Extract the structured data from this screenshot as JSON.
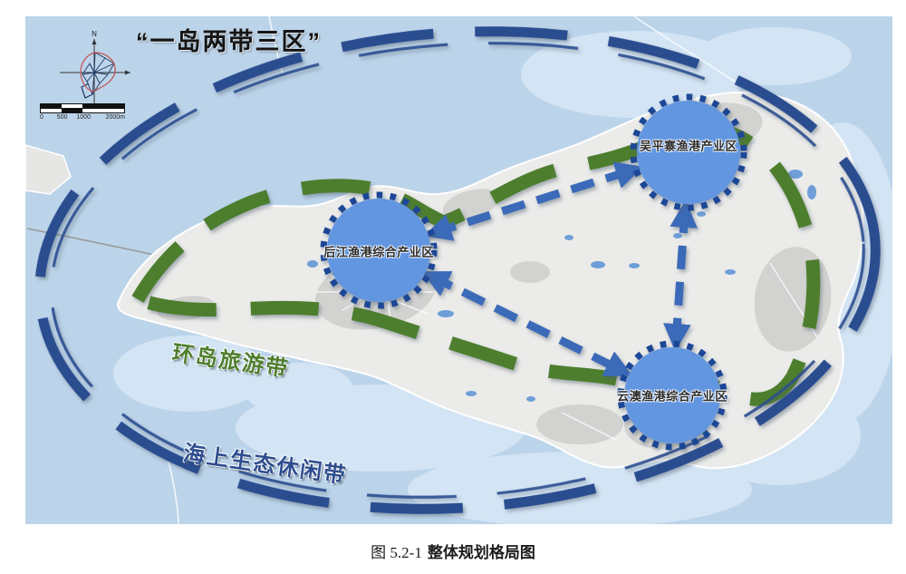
{
  "map": {
    "title": "“一岛两带三区”",
    "compass": {
      "north_label": "N"
    },
    "scalebar": {
      "ticks": [
        "0",
        "500",
        "1000",
        "2000m"
      ]
    },
    "belts": [
      {
        "id": "island-tourism-belt",
        "label": "环岛旅游带",
        "color": "#4e7e2e"
      },
      {
        "id": "marine-eco-leisure-belt",
        "label": "海上生态休闲带",
        "color": "#2e4d8f"
      }
    ],
    "zones": [
      {
        "id": "houjiang",
        "label": "后江渔港综合产业区"
      },
      {
        "id": "wupingzhai",
        "label": "吴平寨渔港产业区"
      },
      {
        "id": "yunao",
        "label": "云澳渔港综合产业区"
      }
    ],
    "colors": {
      "sea": "#bcd4ea",
      "shallow": "#d3e4f4",
      "island": "#ebebe9",
      "urban": "#d2d2d0",
      "lake": "#6f9fd8",
      "belt_green": "#4e7e2e",
      "belt_blue": "#2b4e90",
      "zone_fill": "#6296e0",
      "zone_border": "#1f4796",
      "arrow": "#3b6ab8"
    }
  },
  "caption": {
    "prefix": "图 5.2-1",
    "title": "整体规划格局图"
  }
}
